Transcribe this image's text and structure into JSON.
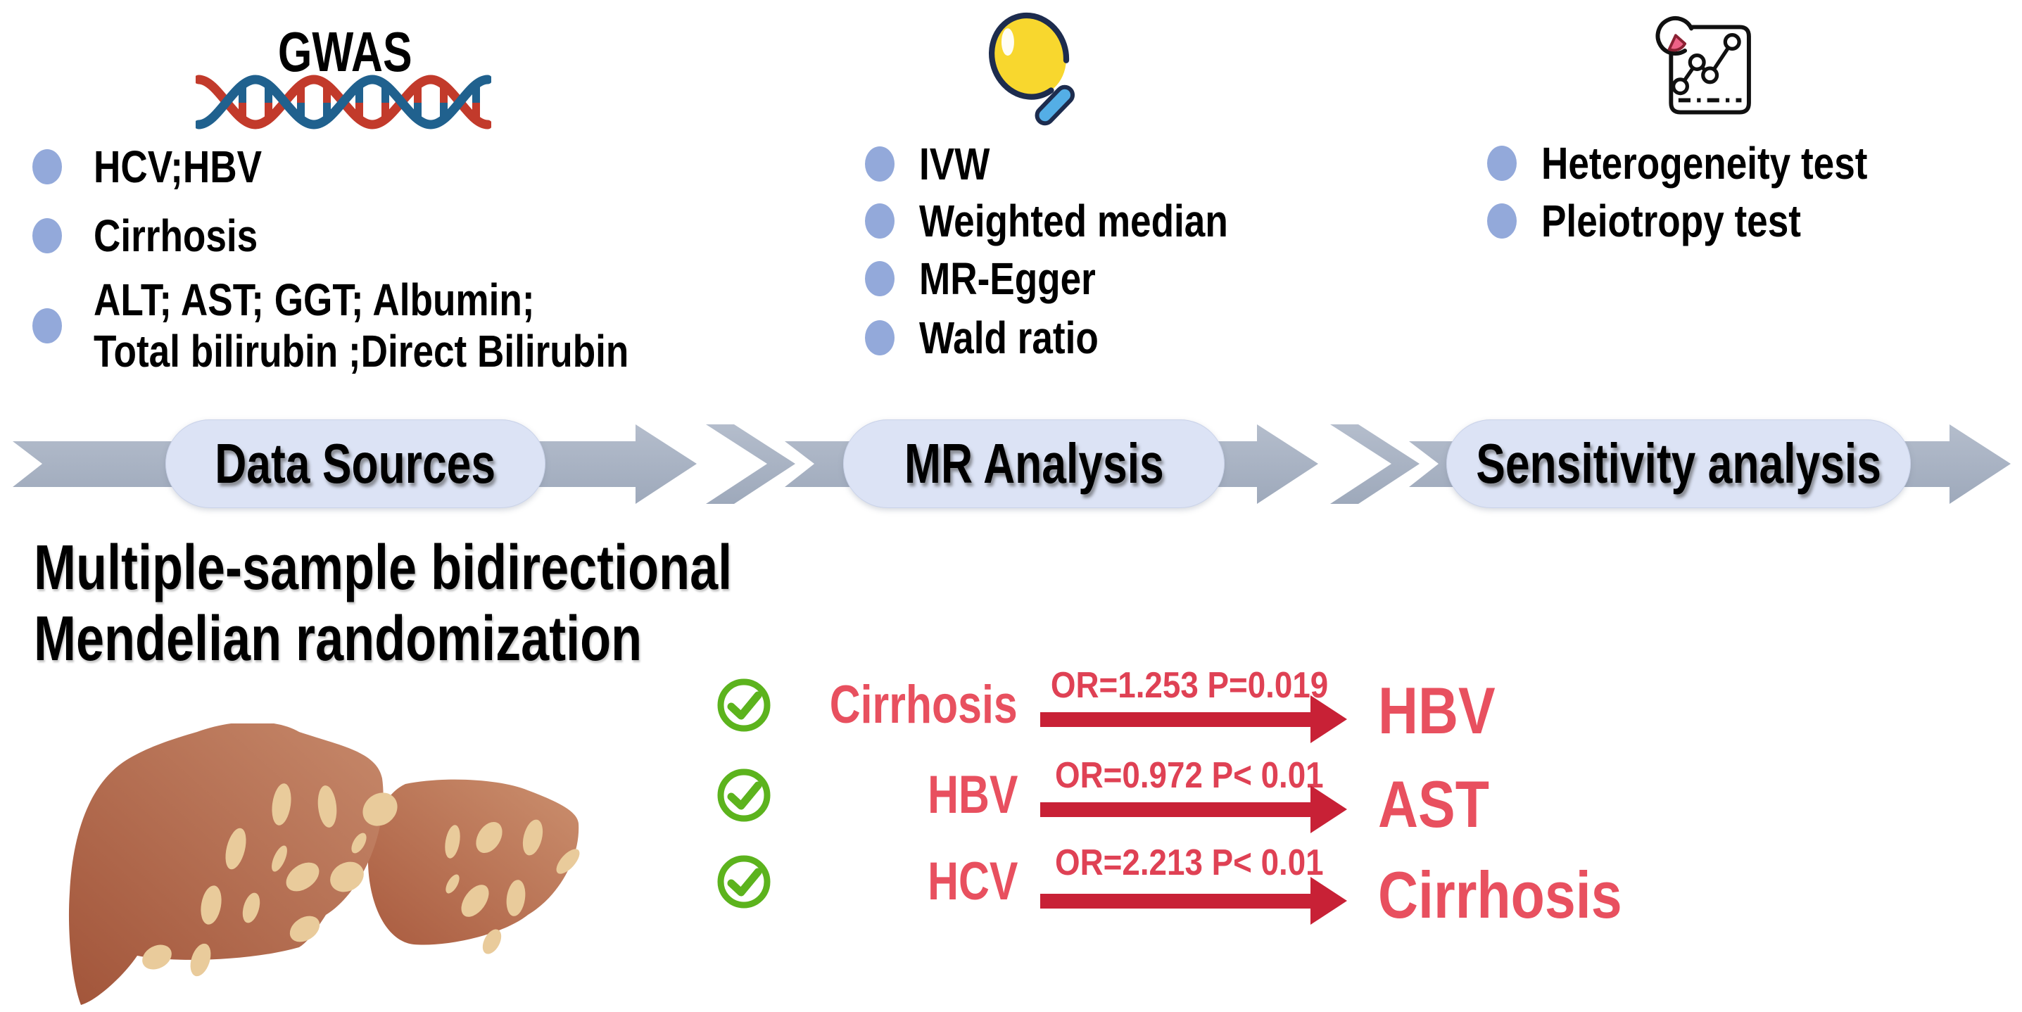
{
  "columns": [
    {
      "id": "data-sources",
      "title": "GWAS",
      "icon": "dna-helix-icon",
      "items": [
        [
          "HCV;HBV"
        ],
        [
          "Cirrhosis"
        ],
        [
          "ALT; AST; GGT; Albumin;",
          "Total bilirubin ;Direct Bilirubin"
        ]
      ]
    },
    {
      "id": "mr-analysis",
      "icon": "magnifier-icon",
      "items": [
        [
          "IVW"
        ],
        [
          "Weighted median"
        ],
        [
          "MR-Egger"
        ],
        [
          "Wald ratio"
        ]
      ]
    },
    {
      "id": "sensitivity-analysis",
      "icon": "chart-report-icon",
      "items": [
        [
          "Heterogeneity test"
        ],
        [
          "Pleiotropy test"
        ]
      ]
    }
  ],
  "banner": {
    "steps": [
      "Data Sources",
      "MR Analysis",
      "Sensitivity analysis"
    ]
  },
  "heading": {
    "line1": "Multiple-sample bidirectional",
    "line2": "Mendelian randomization"
  },
  "results": [
    {
      "exposure": "Cirrhosis",
      "stat": "OR=1.253 P=0.019",
      "outcome": "HBV"
    },
    {
      "exposure": "HBV",
      "stat": "OR=0.972 P< 0.01",
      "outcome": "AST"
    },
    {
      "exposure": "HCV",
      "stat": "OR=2.213 P< 0.01",
      "outcome": "Cirrhosis"
    }
  ],
  "icons": {
    "dna": "dna-helix-icon",
    "magnifier": "magnifier-icon",
    "chart": "chart-report-icon",
    "check": "check-circle-icon",
    "bullet": "bullet-dot",
    "liver": "cirrhotic-liver-illustration",
    "arrow": "process-arrow"
  },
  "colors": {
    "bullet": "#93a9da",
    "band": "#a9b3c3",
    "pill": "#dce3f5",
    "pink": "#e8505f",
    "stat": "#df4154",
    "arrow": "#c82136",
    "green": "#5cb31d",
    "dna_red": "#c23a2b",
    "dna_blue": "#20618e",
    "liver_dark": "#a2553a",
    "liver_light": "#c6886a",
    "liver_spot": "#e9cb9b",
    "magnifier_yellow": "#f8d72e",
    "magnifier_handle": "#54aee6",
    "magnifier_rim": "#1d2c4e",
    "pie_slice_pink": "#ee6287"
  }
}
